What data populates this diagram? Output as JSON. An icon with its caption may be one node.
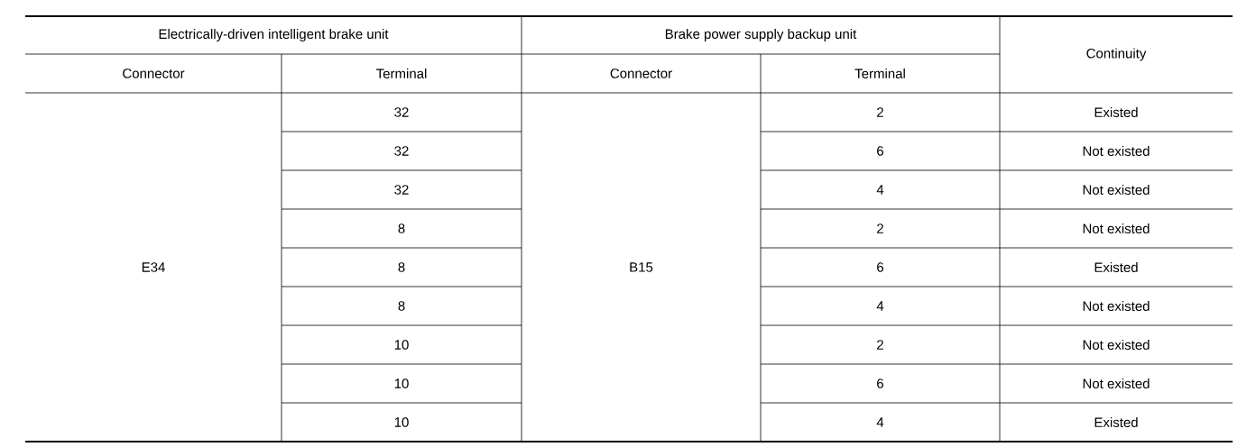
{
  "diagram": {
    "labels": [
      "Electrically-driven intelligent brake unit",
      "Brake power supply backup unit",
      "Continuity",
      "Connector",
      "Terminal",
      "Connector",
      "Terminal",
      "E34",
      "32",
      "B15",
      "2",
      "Existed",
      "32",
      "6",
      "Not existed",
      "32",
      "4",
      "Not existed",
      "8",
      "2",
      "Not existed",
      "8",
      "6",
      "Existed",
      "8",
      "4",
      "Not existed",
      "10",
      "2",
      "Not existed",
      "10",
      "6",
      "Not existed",
      "10",
      "4",
      "Existed"
    ]
  }
}
